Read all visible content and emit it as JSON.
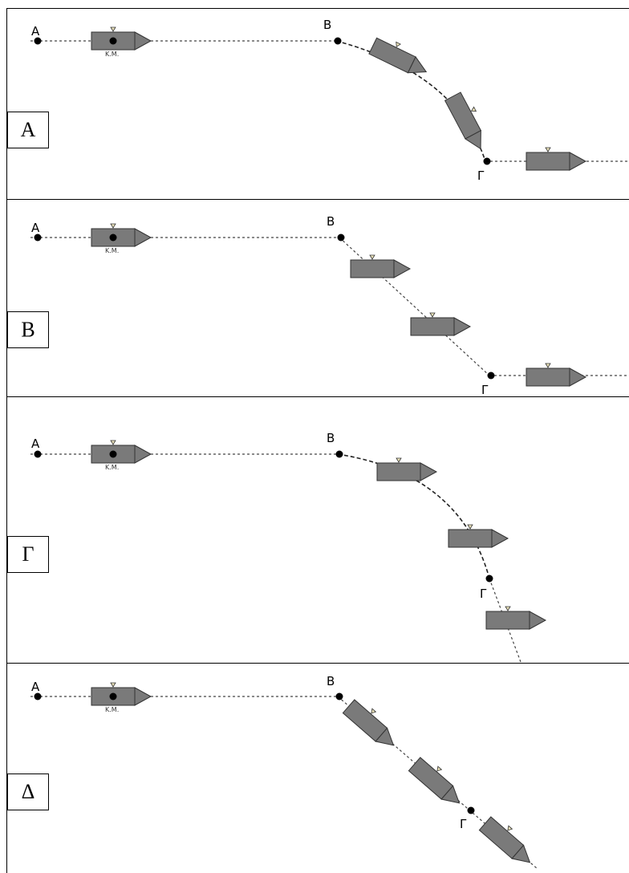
{
  "points": {
    "a": "A",
    "b": "B",
    "g": "Γ"
  },
  "cm_label": "K.M.",
  "panels": [
    {
      "label": "Α"
    },
    {
      "label": "Β"
    },
    {
      "label": "Γ"
    },
    {
      "label": "Δ"
    }
  ],
  "colors": {
    "vehicle_fill": "#7a7a7a",
    "vehicle_stroke": "#333333",
    "marker_fill": "#e8e0b8",
    "path": "#444444"
  }
}
